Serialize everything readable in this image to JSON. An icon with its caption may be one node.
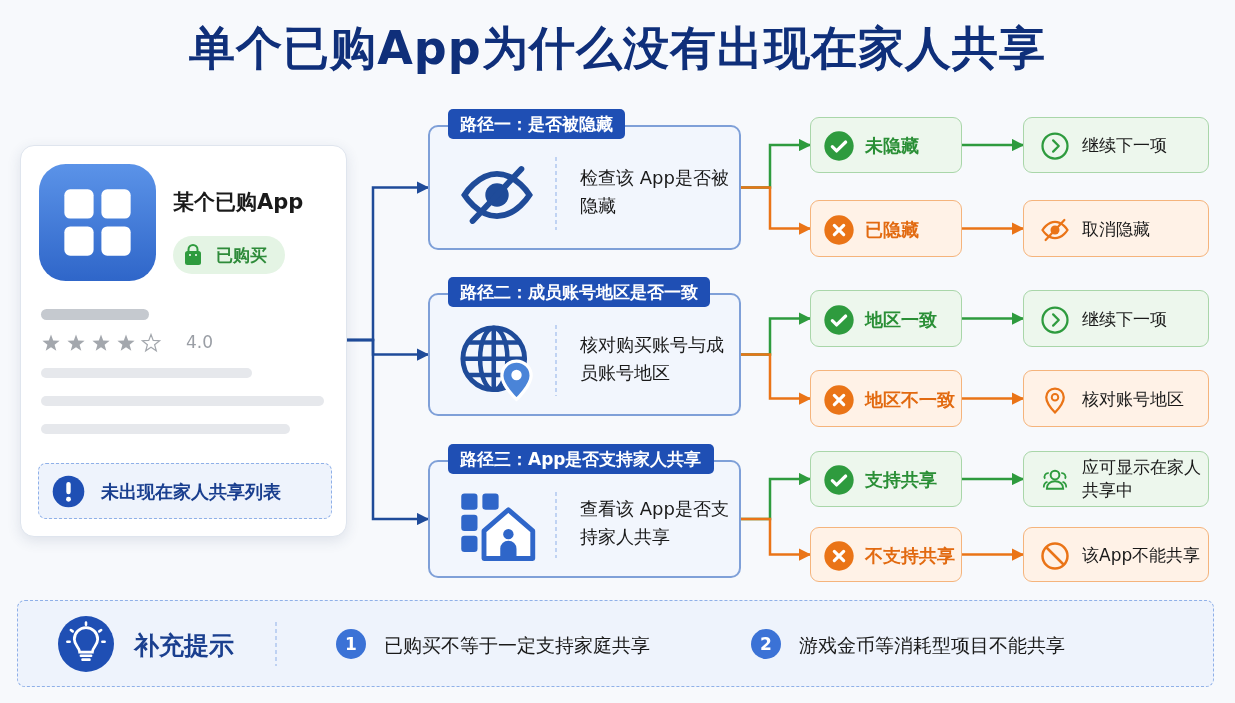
{
  "diagram": {
    "title": "单个已购App为什么没有出现在家人共享",
    "nodes": [
      {
        "text": [
          "某个已购App"
        ]
      },
      {
        "text": [
          "已购买"
        ],
        "in": 0
      },
      {
        "text": [
          "未出现在家人共享列表"
        ],
        "in": 0
      },
      {
        "text": [
          "路径一：是否被隐藏",
          "检查该 App是否被隐藏"
        ]
      },
      {
        "text": [
          "未隐藏"
        ]
      },
      {
        "text": [
          "继续下一项"
        ]
      },
      {
        "text": [
          "已隐藏"
        ]
      },
      {
        "text": [
          "取消隐藏"
        ]
      },
      {
        "text": [
          "路径二：成员账号地区是否一致",
          "核对购买账号与成员账号地区"
        ]
      },
      {
        "text": [
          "地区一致"
        ]
      },
      {
        "text": [
          "继续下一项"
        ]
      },
      {
        "text": [
          "地区不一致"
        ]
      },
      {
        "text": [
          "核对账号地区"
        ]
      },
      {
        "text": [
          "路径三：App是否支持家人共享",
          "查看该 App是否支持家人共享"
        ]
      },
      {
        "text": [
          "支持共享"
        ]
      },
      {
        "text": [
          "应可显示在家人共享中"
        ]
      },
      {
        "text": [
          "不支持共享"
        ]
      },
      {
        "text": [
          "该App不能共享"
        ]
      },
      {
        "text": [
          "补充提示",
          "已购买不等于一定支持家庭共享",
          "游戏金币等消耗型项目不能共享"
        ]
      }
    ],
    "edges": [
      {
        "from": 0,
        "to": 3,
        "arrow": "to",
        "color": "#1f4b99"
      },
      {
        "from": 0,
        "to": 8,
        "arrow": "to",
        "color": "#1f4b99"
      },
      {
        "from": 0,
        "to": 13,
        "arrow": "to",
        "color": "#1f4b99"
      },
      {
        "from": 3,
        "to": 4,
        "arrow": "to",
        "color": "#2e9b3e"
      },
      {
        "from": 3,
        "to": 6,
        "arrow": "to",
        "color": "#ea7417"
      },
      {
        "from": 4,
        "to": 5,
        "arrow": "to",
        "color": "#2e9b3e"
      },
      {
        "from": 6,
        "to": 7,
        "arrow": "to",
        "color": "#ea7417"
      },
      {
        "from": 8,
        "to": 9,
        "arrow": "to",
        "color": "#2e9b3e"
      },
      {
        "from": 8,
        "to": 11,
        "arrow": "to",
        "color": "#ea7417"
      },
      {
        "from": 9,
        "to": 10,
        "arrow": "to",
        "color": "#2e9b3e"
      },
      {
        "from": 11,
        "to": 12,
        "arrow": "to",
        "color": "#ea7417"
      },
      {
        "from": 13,
        "to": 14,
        "arrow": "to",
        "color": "#2e9b3e"
      },
      {
        "from": 13,
        "to": 16,
        "arrow": "to",
        "color": "#ea7417"
      },
      {
        "from": 14,
        "to": 15,
        "arrow": "to",
        "color": "#2e9b3e"
      },
      {
        "from": 16,
        "to": 17,
        "arrow": "to",
        "color": "#ea7417"
      }
    ],
    "labels": [
      "4.0",
      "1",
      "2"
    ]
  }
}
